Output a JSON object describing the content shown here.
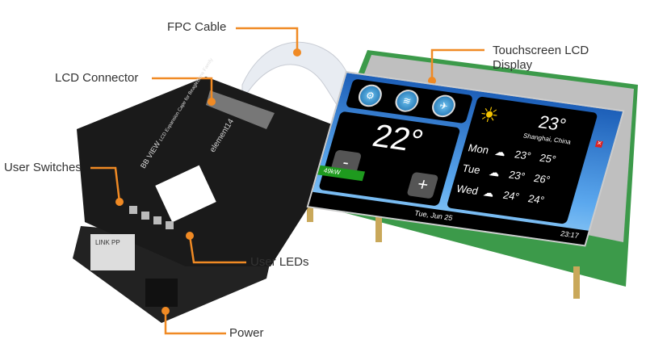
{
  "labels": {
    "fpc_cable": "FPC Cable",
    "touchscreen": "Touchscreen LCD",
    "touchscreen_line2": "Display",
    "lcd_connector": "LCD Connector",
    "user_switches": "User Switches",
    "user_leds": "User LEDs",
    "power": "Power"
  },
  "board": {
    "name": "BB VIEW",
    "subtitle": "LCD Expansion Cape for BeagleBone Family",
    "brand": "element14",
    "jack": "LINK PP"
  },
  "screen": {
    "temperature": "22°",
    "minus": "-",
    "plus": "+",
    "power": "49kW",
    "date": "Tue, Jun 25",
    "time": "23:17",
    "weather": {
      "current": "23°",
      "location": "Shanghai, China",
      "forecast": [
        {
          "day": "Mon",
          "low": "23°",
          "high": "25°"
        },
        {
          "day": "Tue",
          "low": "23°",
          "high": "26°"
        },
        {
          "day": "Wed",
          "low": "24°",
          "high": "24°"
        }
      ]
    }
  },
  "colors": {
    "accent": "#f08a24",
    "board": "#1a1a1a",
    "pcb": "#3c9a4a"
  }
}
